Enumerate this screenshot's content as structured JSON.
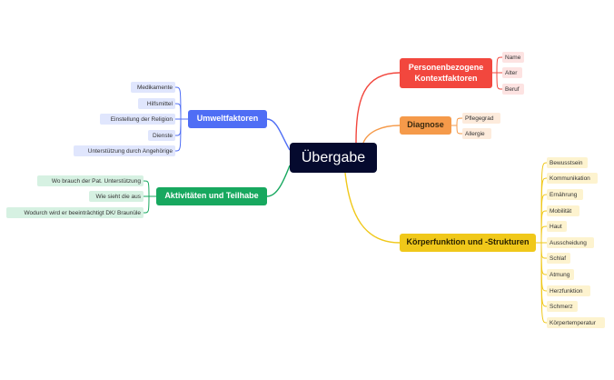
{
  "colors": {
    "center": "#050a2e",
    "personen": "#f2473e",
    "diagnose": "#f59a4a",
    "koerper": "#f0c81a",
    "umwelt": "#4f6ef5",
    "aktivitaeten": "#17a85f",
    "leaf_personen": "#fde3e2",
    "leaf_diagnose": "#fdebdc",
    "leaf_koerper": "#fdf3cf",
    "leaf_umwelt": "#e0e6fd",
    "leaf_aktivitaeten": "#d6f1e2"
  },
  "center": {
    "label": "Übergabe"
  },
  "branches": {
    "personen": {
      "label_line1": "Personenbezogene",
      "label_line2": "Kontextfaktoren",
      "items": [
        "Name",
        "Alter",
        "Beruf"
      ]
    },
    "diagnose": {
      "label": "Diagnose",
      "items": [
        "Pflegegrad",
        "Allergie"
      ]
    },
    "koerper": {
      "label": "Körperfunktion und -Strukturen",
      "items": [
        "Bewusstsein",
        "Kommunikation",
        "Ernährung",
        "Mobilität",
        "Haut",
        "Ausscheidung",
        "Schlaf",
        "Atmung",
        "Herzfunktion",
        "Schmerz",
        "Körpertemperatur"
      ]
    },
    "umwelt": {
      "label": "Umweltfaktoren",
      "items": [
        "Medikamente",
        "Hilfsmittel",
        "Einstellung der Religion",
        "Dienste",
        "Unterstützung durch Angehörige"
      ]
    },
    "aktivitaeten": {
      "label": "Aktivitäten und Teilhabe",
      "items": [
        "Wo brauch der Pat. Unterstützung",
        "Wie sieht die aus",
        "Wodurch wird er beeinträchtigt DK/ Braunüle"
      ]
    }
  }
}
